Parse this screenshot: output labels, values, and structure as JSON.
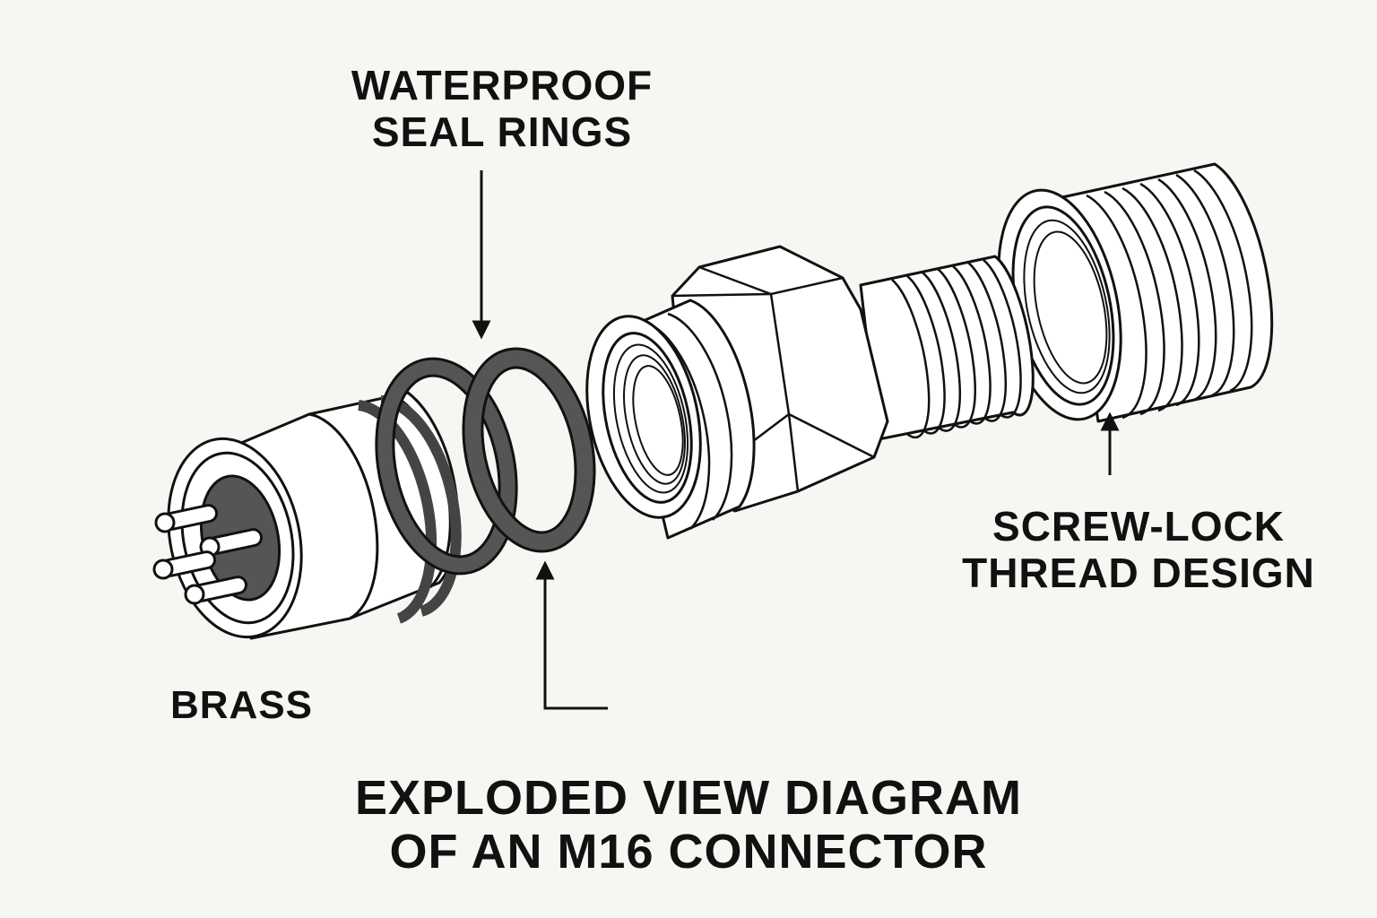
{
  "labels": {
    "seal_rings_line1": "WATERPROOF",
    "seal_rings_line2": "SEAL RINGS",
    "screw_lock_line1": "SCREW-LOCK",
    "screw_lock_line2": "THREAD DESIGN",
    "brass": "BRASS"
  },
  "title": {
    "line1": "EXPLODED VIEW DIAGRAM",
    "line2": "OF AN M16 CONNECTOR"
  },
  "colors": {
    "background": "#f7f6f2",
    "ink": "#111111",
    "seal_fill": "#444444",
    "part_fill": "#ffffff"
  }
}
